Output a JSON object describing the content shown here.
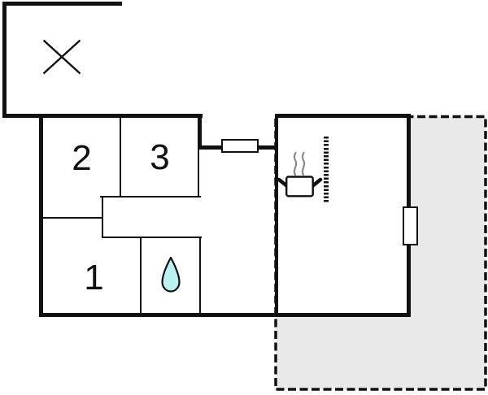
{
  "type": "floor-plan",
  "rooms": [
    {
      "id": 1,
      "label": "1"
    },
    {
      "id": 2,
      "label": "2"
    },
    {
      "id": 3,
      "label": "3"
    }
  ],
  "features": {
    "bathroom_icon": "water-drop",
    "kitchen_icon": "cooking-pot-with-steam",
    "annex_icon": "x-cross",
    "kitchen_partition_icon": "dashed-strip",
    "window_count": 2,
    "terrace_style": "dashed-outline"
  },
  "colors": {
    "ink": "#111111",
    "background": "#ffffff",
    "terrace_fill": "#e9e9e9",
    "water_drop_fill": "#b9f2ef",
    "steam_gray": "#8c8c8c"
  }
}
